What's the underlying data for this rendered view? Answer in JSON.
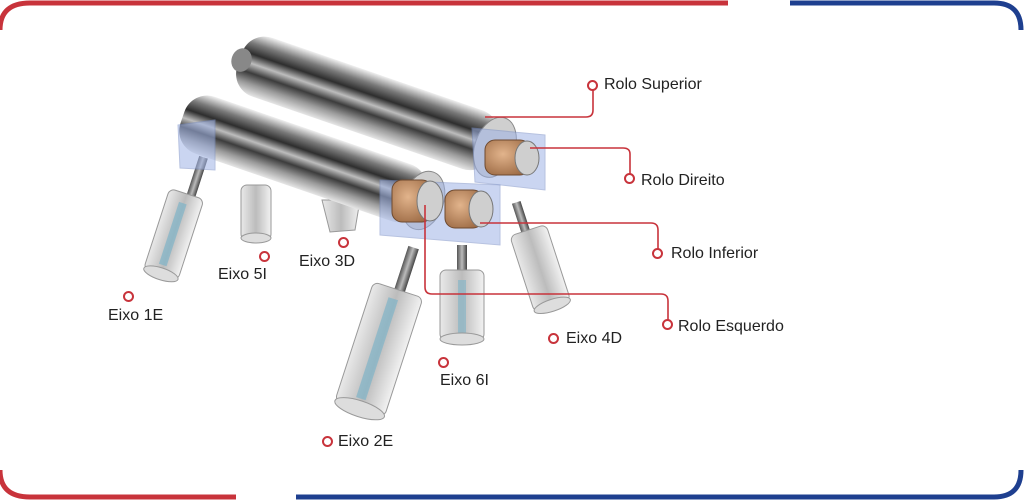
{
  "colors": {
    "red": "#c8333b",
    "blue": "#1e3f8f",
    "steel_dark": "#3a3a3a",
    "steel_light": "#d8d8d8",
    "bushing": "#c99268",
    "housing": "#9fb3e6"
  },
  "labels": {
    "rolo_superior": "Rolo Superior",
    "rolo_direito": "Rolo Direito",
    "rolo_inferior": "Rolo Inferior",
    "rolo_esquerdo": "Rolo Esquerdo",
    "eixo_1e": "Eixo 1E",
    "eixo_2e": "Eixo 2E",
    "eixo_3d": "Eixo 3D",
    "eixo_4d": "Eixo 4D",
    "eixo_5i": "Eixo 5I",
    "eixo_6i": "Eixo 6I"
  }
}
